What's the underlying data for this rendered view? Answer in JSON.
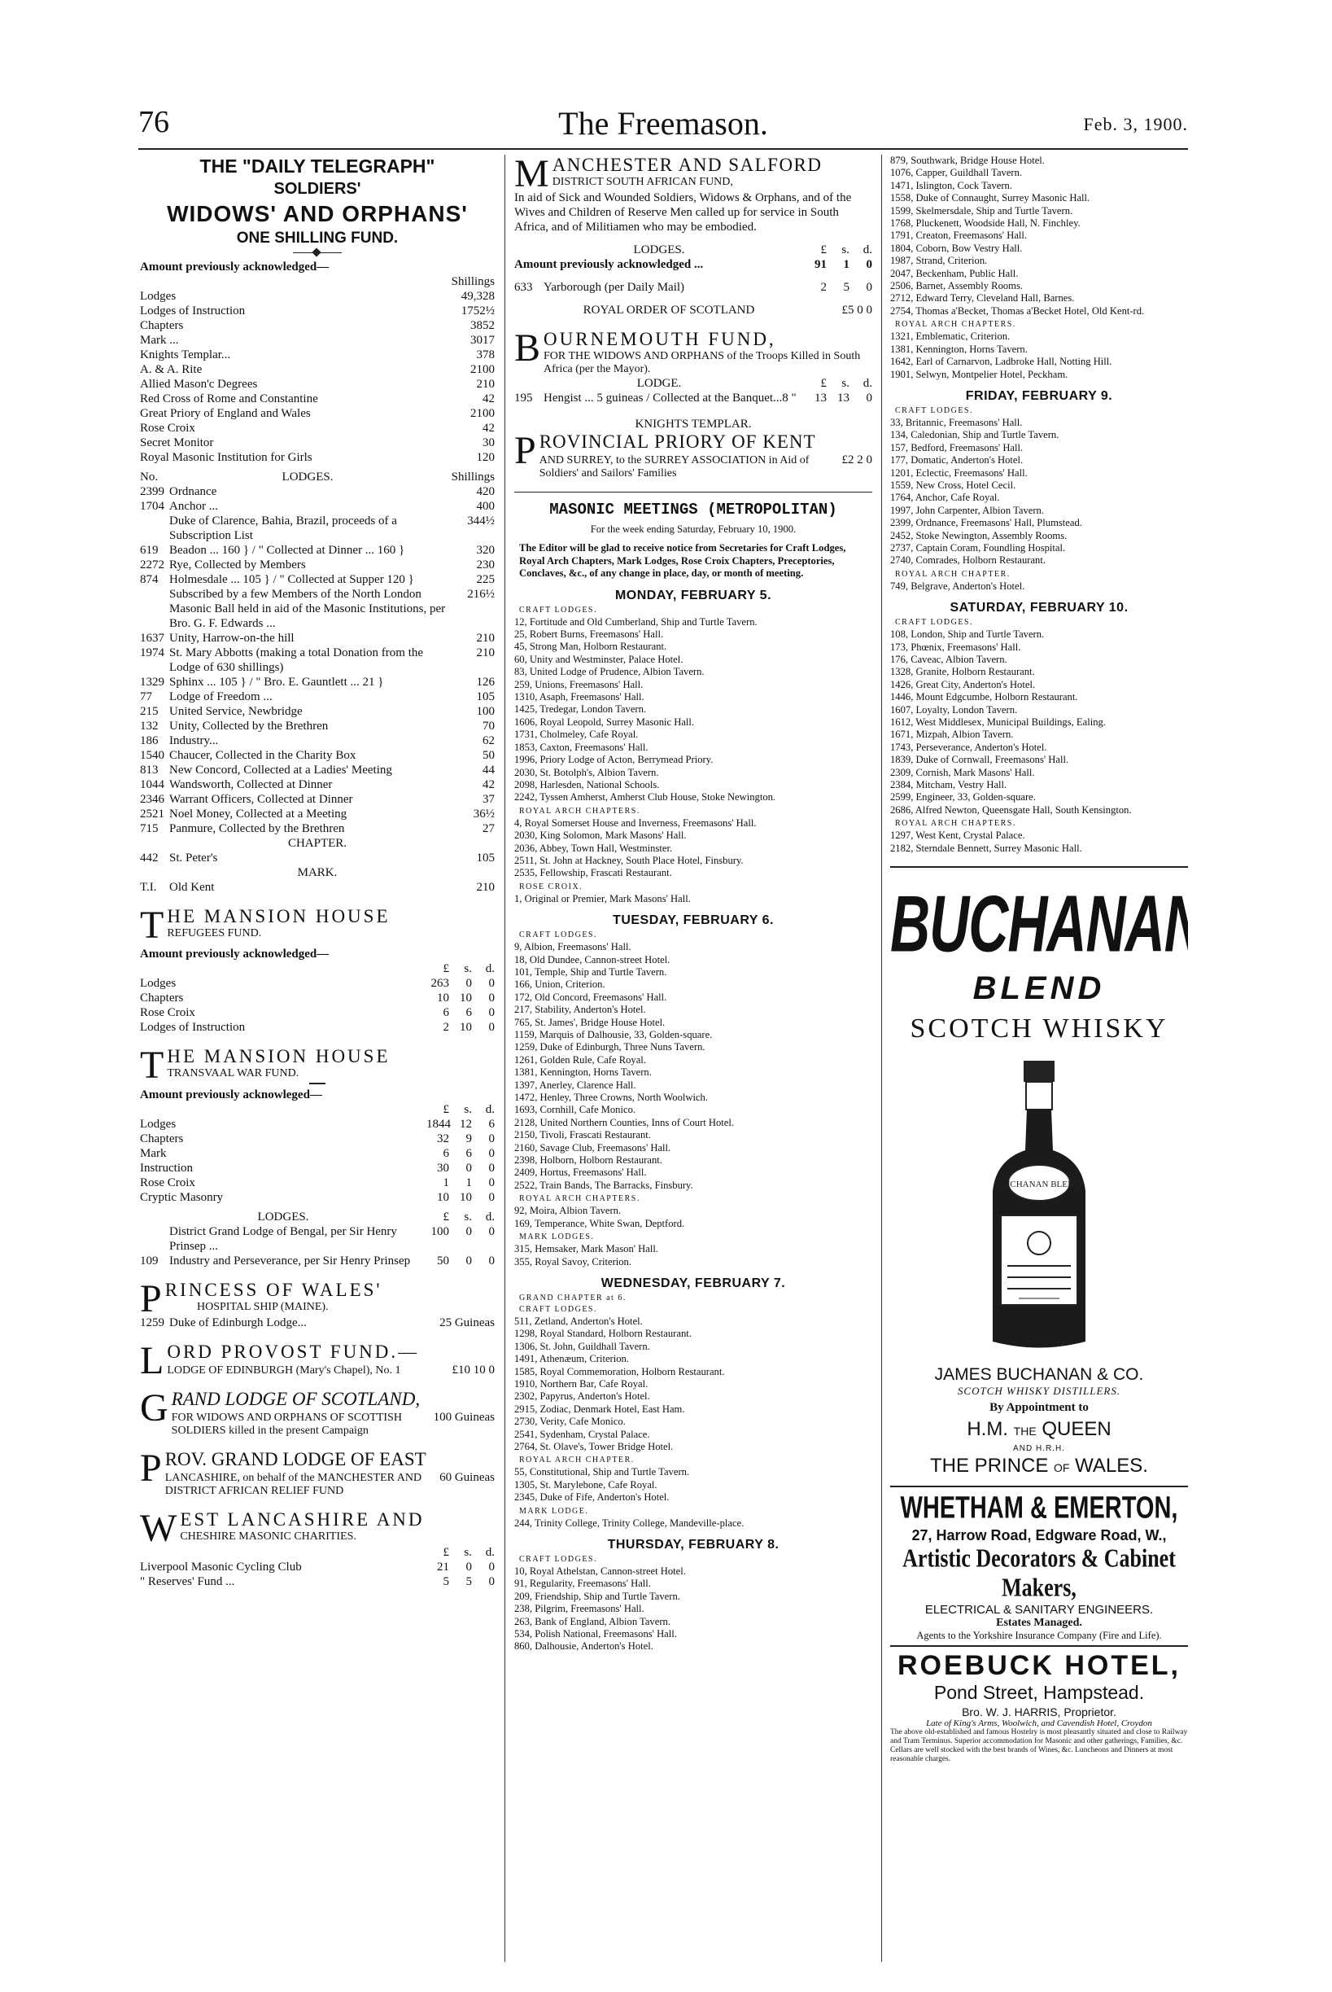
{
  "header": {
    "page_number": "76",
    "title": "The Freemason.",
    "date": "Feb. 3, 1900."
  },
  "col1": {
    "dt": {
      "title1": "THE \"DAILY TELEGRAPH\"",
      "title2": "SOLDIERS'",
      "title3": "WIDOWS' AND ORPHANS'",
      "title4": "ONE SHILLING FUND.",
      "prev": "Amount previously acknowledged—",
      "unit": "Shillings",
      "rows": [
        {
          "t": "Lodges",
          "v": "49,328"
        },
        {
          "t": "Lodges of Instruction",
          "v": "1752½"
        },
        {
          "t": "Chapters",
          "v": "3852"
        },
        {
          "t": "Mark ...",
          "v": "3017"
        },
        {
          "t": "Knights Templar...",
          "v": "378"
        },
        {
          "t": "A. & A. Rite",
          "v": "2100"
        },
        {
          "t": "Allied Mason'c Degrees",
          "v": "210"
        },
        {
          "t": "Red Cross of Rome and Constantine",
          "v": "42"
        },
        {
          "t": "Great Priory of England and Wales",
          "v": "2100"
        },
        {
          "t": "Rose Croix",
          "v": "42"
        },
        {
          "t": "Secret Monitor",
          "v": "30"
        },
        {
          "t": "Royal Masonic Institution for Girls",
          "v": "120"
        }
      ],
      "hdr_no": "No.",
      "hdr_lodges": "LODGES.",
      "hdr_sh": "Shillings",
      "lodges": [
        {
          "n": "2399",
          "t": "Ordnance",
          "v": "420"
        },
        {
          "n": "1704",
          "t": "Anchor ...",
          "v": "400"
        },
        {
          "n": "",
          "t": "Duke of Clarence, Bahia, Brazil, proceeds of a Subscription List",
          "v": "344½"
        },
        {
          "n": "619",
          "t": "Beadon ...   160 } / \" Collected at Dinner ... 160 }",
          "v": "320"
        },
        {
          "n": "2272",
          "t": "Rye, Collected by Members",
          "v": "230"
        },
        {
          "n": "874",
          "t": "Holmesdale ... 105 } / \" Collected at Supper 120 }",
          "v": "225"
        },
        {
          "n": "",
          "t": "Subscribed by a few Members of the North London Masonic Ball held in aid of the Masonic Institutions, per Bro. G. F. Edwards ...",
          "v": "216½"
        },
        {
          "n": "1637",
          "t": "Unity, Harrow-on-the hill",
          "v": "210"
        },
        {
          "n": "1974",
          "t": "St. Mary Abbotts (making a total Donation from the Lodge of 630 shillings)",
          "v": "210"
        },
        {
          "n": "1329",
          "t": "Sphinx ... 105 } / \" Bro. E. Gauntlett ... 21 }",
          "v": "126"
        },
        {
          "n": "77",
          "t": "Lodge of Freedom ...",
          "v": "105"
        },
        {
          "n": "215",
          "t": "United Service, Newbridge",
          "v": "100"
        },
        {
          "n": "132",
          "t": "Unity, Collected by the Brethren",
          "v": "70"
        },
        {
          "n": "186",
          "t": "Industry...",
          "v": "62"
        },
        {
          "n": "1540",
          "t": "Chaucer, Collected in the Charity Box",
          "v": "50"
        },
        {
          "n": "813",
          "t": "New Concord, Collected at a Ladies' Meeting",
          "v": "44"
        },
        {
          "n": "1044",
          "t": "Wandsworth, Collected at Dinner",
          "v": "42"
        },
        {
          "n": "2346",
          "t": "Warrant Officers, Collected at Dinner",
          "v": "37"
        },
        {
          "n": "2521",
          "t": "Noel Money, Collected at a Meeting",
          "v": "36½"
        },
        {
          "n": "715",
          "t": "Panmure, Collected by the Brethren",
          "v": "27"
        }
      ],
      "chapter_hdr": "CHAPTER.",
      "chapter_row": {
        "n": "442",
        "t": "St. Peter's",
        "v": "105"
      },
      "mark_hdr": "MARK.",
      "mark_row": {
        "n": "T.I.",
        "t": "Old Kent",
        "v": "210"
      }
    },
    "mh1": {
      "drop": "T",
      "title": "HE MANSION HOUSE",
      "sub": "REFUGEES FUND.",
      "prev": "Amount previously acknowledged—",
      "cols": [
        "£",
        "s.",
        "d."
      ],
      "rows": [
        {
          "t": "Lodges",
          "a": "263",
          "b": "0",
          "c": "0"
        },
        {
          "t": "Chapters",
          "a": "10",
          "b": "10",
          "c": "0"
        },
        {
          "t": "Rose Croix",
          "a": "6",
          "b": "6",
          "c": "0"
        },
        {
          "t": "Lodges of Instruction",
          "a": "2",
          "b": "10",
          "c": "0"
        }
      ]
    },
    "mh2": {
      "drop": "T",
      "title": "HE MANSION HOUSE",
      "sub": "TRANSVAAL WAR FUND.",
      "prev": "Amount previously acknowleged—",
      "cols": [
        "£",
        "s.",
        "d."
      ],
      "rows": [
        {
          "t": "Lodges",
          "a": "1844",
          "b": "12",
          "c": "6"
        },
        {
          "t": "Chapters",
          "a": "32",
          "b": "9",
          "c": "0"
        },
        {
          "t": "Mark",
          "a": "6",
          "b": "6",
          "c": "0"
        },
        {
          "t": "Instruction",
          "a": "30",
          "b": "0",
          "c": "0"
        },
        {
          "t": "Rose Croix",
          "a": "1",
          "b": "1",
          "c": "0"
        },
        {
          "t": "Cryptic Masonry",
          "a": "10",
          "b": "10",
          "c": "0"
        }
      ],
      "lodges_hdr": "LODGES.",
      "rows2": [
        {
          "n": "",
          "t": "District Grand Lodge of Bengal, per Sir Henry Prinsep ...",
          "a": "100",
          "b": "0",
          "c": "0"
        },
        {
          "n": "109",
          "t": "Industry and Perseverance, per Sir Henry Prinsep",
          "a": "50",
          "b": "0",
          "c": "0"
        }
      ]
    },
    "pw": {
      "drop": "P",
      "title": "RINCESS OF WALES'",
      "sub": "HOSPITAL SHIP (MAINE).",
      "n": "1259",
      "t": "Duke of Edinburgh Lodge...",
      "v": "25 Guineas"
    },
    "lp": {
      "drop": "L",
      "title": "ORD PROVOST FUND.—",
      "sub": "LODGE OF EDINBURGH (Mary's Chapel), No. 1",
      "v": "£10 10 0"
    },
    "gs": {
      "drop": "G",
      "title": "RAND LODGE OF SCOTLAND,",
      "sub": "FOR WIDOWS AND ORPHANS OF SCOTTISH SOLDIERS killed in the present Campaign",
      "v": "100 Guineas"
    },
    "pg": {
      "drop": "P",
      "title": "ROV. GRAND LODGE OF EAST",
      "sub": "LANCASHIRE, on behalf of the MANCHESTER AND DISTRICT AFRICAN RELIEF FUND",
      "v": "60 Guineas"
    },
    "wl": {
      "drop": "W",
      "title": "EST LANCASHIRE AND",
      "sub": "CHESHIRE MASONIC CHARITIES.",
      "cols": [
        "£",
        "s.",
        "d."
      ],
      "rows": [
        {
          "t": "Liverpool Masonic Cycling Club",
          "a": "21",
          "b": "0",
          "c": "0"
        },
        {
          "t": "\" Reserves' Fund ...",
          "a": "5",
          "b": "5",
          "c": "0"
        }
      ]
    }
  },
  "col2": {
    "ms": {
      "drop": "M",
      "title": "ANCHESTER AND SALFORD",
      "sub": "DISTRICT SOUTH AFRICAN FUND,",
      "body": "In aid of Sick and Wounded Soldiers, Widows & Orphans, and of the Wives and Children of Reserve Men called up for service in South Africa, and of Militiamen who may be embodied.",
      "lodges_hdr": "LODGES.",
      "cols": [
        "£",
        "s.",
        "d."
      ],
      "prev": {
        "t": "Amount previously acknowledged ...",
        "a": "91",
        "b": "1",
        "c": "0"
      },
      "row": {
        "n": "633",
        "t": "Yarborough (per Daily Mail)",
        "a": "2",
        "b": "5",
        "c": "0"
      },
      "scot": {
        "t": "ROYAL ORDER OF SCOTLAND",
        "v": "£5 0 0"
      }
    },
    "bf": {
      "drop": "B",
      "title": "OURNEMOUTH FUND,",
      "sub": "FOR THE WIDOWS AND ORPHANS of the Troops Killed in South Africa (per the Mayor).",
      "lodge_hdr": "LODGE.",
      "cols": [
        "£",
        "s.",
        "d."
      ],
      "row": {
        "n": "195",
        "t": "Hengist ... 5 guineas / Collected at the Banquet...8 \"",
        "a": "13",
        "b": "13",
        "c": "0"
      }
    },
    "kt": {
      "hdr": "KNIGHTS TEMPLAR.",
      "drop": "P",
      "title": "ROVINCIAL PRIORY OF KENT",
      "sub": "AND SURREY, to the SURREY ASSOCIATION in Aid of Soldiers' and Sailors' Families",
      "v": "£2 2 0"
    },
    "mm": {
      "title": "MASONIC MEETINGS (METROPOLITAN)",
      "week": "For the week ending Saturday, February 10, 1900.",
      "note": "The Editor will be glad to receive notice from Secretaries for Craft Lodges, Royal Arch Chapters, Mark Lodges, Rose Croix Chapters, Preceptories, Conclaves, &c., of any change in place, day, or month of meeting."
    },
    "days": [
      {
        "day": "MONDAY, FEBRUARY 5.",
        "groups": [
          {
            "h": "CRAFT LODGES.",
            "items": [
              "12, Fortitude and Old Cumberland, Ship and Turtle Tavern.",
              "25, Robert Burns, Freemasons' Hall.",
              "45, Strong Man, Holborn Restaurant.",
              "60, Unity and Westminster, Palace Hotel.",
              "83, United Lodge of Prudence, Albion Tavern.",
              "259, Unions, Freemasons' Hall.",
              "1310, Asaph, Freemasons' Hall.",
              "1425, Tredegar, London Tavern.",
              "1606, Royal Leopold, Surrey Masonic Hall.",
              "1731, Cholmeley, Cafe Royal.",
              "1853, Caxton, Freemasons' Hall.",
              "1996, Priory Lodge of Acton, Berrymead Priory.",
              "2030, St. Botolph's, Albion Tavern.",
              "2098, Harlesden, National Schools.",
              "2242, Tyssen Amherst, Amherst Club House, Stoke Newington."
            ]
          },
          {
            "h": "ROYAL ARCH CHAPTERS.",
            "items": [
              "4, Royal Somerset House and Inverness, Freemasons' Hall.",
              "2030, King Solomon, Mark Masons' Hall.",
              "2036, Abbey, Town Hall, Westminster.",
              "2511, St. John at Hackney, South Place Hotel, Finsbury.",
              "2535, Fellowship, Frascati Restaurant."
            ]
          },
          {
            "h": "ROSE CROIX.",
            "items": [
              "1, Original or Premier, Mark Masons' Hall."
            ]
          }
        ]
      },
      {
        "day": "TUESDAY, FEBRUARY 6.",
        "groups": [
          {
            "h": "CRAFT LODGES.",
            "items": [
              "9, Albion, Freemasons' Hall.",
              "18, Old Dundee, Cannon-street Hotel.",
              "101, Temple, Ship and Turtle Tavern.",
              "166, Union, Criterion.",
              "172, Old Concord, Freemasons' Hall.",
              "217, Stability, Anderton's Hotel.",
              "765, St. James', Bridge House Hotel.",
              "1159, Marquis of Dalhousie, 33, Golden-square.",
              "1259, Duke of Edinburgh, Three Nuns Tavern.",
              "1261, Golden Rule, Cafe Royal.",
              "1381, Kennington, Horns Tavern.",
              "1397, Anerley, Clarence Hall.",
              "1472, Henley, Three Crowns, North Woolwich.",
              "1693, Cornhill, Cafe Monico.",
              "2128, United Northern Counties, Inns of Court Hotel.",
              "2150, Tivoli, Frascati Restaurant.",
              "2160, Savage Club, Freemasons' Hall.",
              "2398, Holborn, Holborn Restaurant.",
              "2409, Hortus, Freemasons' Hall.",
              "2522, Train Bands, The Barracks, Finsbury."
            ]
          },
          {
            "h": "ROYAL ARCH CHAPTERS.",
            "items": [
              "92, Moira, Albion Tavern.",
              "169, Temperance, White Swan, Deptford."
            ]
          },
          {
            "h": "MARK LODGES.",
            "items": [
              "315, Hemsaker, Mark Mason' Hall.",
              "355, Royal Savoy, Criterion."
            ]
          }
        ]
      },
      {
        "day": "WEDNESDAY, FEBRUARY 7.",
        "groups": [
          {
            "h": "GRAND CHAPTER at 6.",
            "items": []
          },
          {
            "h": "CRAFT LODGES.",
            "items": [
              "511, Zetland, Anderton's Hotel.",
              "1298, Royal Standard, Holborn Restaurant.",
              "1306, St. John, Guildhall Tavern.",
              "1491, Athenæum, Criterion.",
              "1585, Royal Commemoration, Holborn Restaurant.",
              "1910, Northern Bar, Cafe Royal.",
              "2302, Papyrus, Anderton's Hotel.",
              "2915, Zodiac, Denmark Hotel, East Ham.",
              "2730, Verity, Cafe Monico.",
              "2541, Sydenham, Crystal Palace.",
              "2764, St. Olave's, Tower Bridge Hotel."
            ]
          },
          {
            "h": "ROYAL ARCH CHAPTER.",
            "items": [
              "55, Constitutional, Ship and Turtle Tavern.",
              "1305, St. Marylebone, Cafe Royal.",
              "2345, Duke of Fife, Anderton's Hotel."
            ]
          },
          {
            "h": "MARK LODGE.",
            "items": [
              "244, Trinity College, Trinity College, Mandeville-place."
            ]
          }
        ]
      },
      {
        "day": "THURSDAY, FEBRUARY 8.",
        "groups": [
          {
            "h": "CRAFT LODGES.",
            "items": [
              "10, Royal Athelstan, Cannon-street Hotel.",
              "91, Regularity, Freemasons' Hall.",
              "209, Friendship, Ship and Turtle Tavern.",
              "238, Pilgrim, Freemasons' Hall.",
              "263, Bank of England, Albion Tavern.",
              "534, Polish National, Freemasons' Hall.",
              "860, Dalhousie, Anderton's Hotel."
            ]
          }
        ]
      }
    ]
  },
  "col3": {
    "thursday_cont": [
      "879, Southwark, Bridge House Hotel.",
      "1076, Capper, Guildhall Tavern.",
      "1471, Islington, Cock Tavern.",
      "1558, Duke of Connaught, Surrey Masonic Hall.",
      "1599, Skelmersdale, Ship and Turtle Tavern.",
      "1768, Pluckenett, Woodside Hall, N. Finchley.",
      "1791, Creaton, Freemasons' Hall.",
      "1804, Coborn, Bow Vestry Hall.",
      "1987, Strand, Criterion.",
      "2047, Beckenham, Public Hall.",
      "2506, Barnet, Assembly Rooms.",
      "2712, Edward Terry, Cleveland Hall, Barnes.",
      "2754, Thomas a'Becket, Thomas a'Becket Hotel, Old Kent-rd."
    ],
    "thursday_ra": {
      "h": "ROYAL ARCH CHAPTERS.",
      "items": [
        "1321, Emblematic, Criterion.",
        "1381, Kennington, Horns Tavern.",
        "1642, Earl of Carnarvon, Ladbroke Hall, Notting Hill.",
        "1901, Selwyn, Montpelier Hotel, Peckham."
      ]
    },
    "days": [
      {
        "day": "FRIDAY, FEBRUARY 9.",
        "groups": [
          {
            "h": "CRAFT LODGES.",
            "items": [
              "33, Britannic, Freemasons' Hall.",
              "134, Caledonian, Ship and Turtle Tavern.",
              "157, Bedford, Freemasons' Hall.",
              "177, Domatic, Anderton's Hotel.",
              "1201, Eclectic, Freemasons' Hall.",
              "1559, New Cross, Hotel Cecil.",
              "1764, Anchor, Cafe Royal.",
              "1997, John Carpenter, Albion Tavern.",
              "2399, Ordnance, Freemasons' Hall, Plumstead.",
              "2452, Stoke Newington, Assembly Rooms.",
              "2737, Captain Coram, Foundling Hospital.",
              "2740, Comrades, Holborn Restaurant."
            ]
          },
          {
            "h": "ROYAL ARCH CHAPTER.",
            "items": [
              "749, Belgrave, Anderton's Hotel."
            ]
          }
        ]
      },
      {
        "day": "SATURDAY, FEBRUARY 10.",
        "groups": [
          {
            "h": "CRAFT LODGES.",
            "items": [
              "108, London, Ship and Turtle Tavern.",
              "173, Phœnix, Freemasons' Hall.",
              "176, Caveac, Albion Tavern.",
              "1328, Granite, Holborn Restaurant.",
              "1426, Great City, Anderton's Hotel.",
              "1446, Mount Edgcumbe, Holborn Restaurant.",
              "1607, Loyalty, London Tavern.",
              "1612, West Middlesex, Municipal Buildings, Ealing.",
              "1671, Mizpah, Albion Tavern.",
              "1743, Perseverance, Anderton's Hotel.",
              "1839, Duke of Cornwall, Freemasons' Hall.",
              "2309, Cornish, Mark Masons' Hall.",
              "2384, Mitcham, Vestry Hall.",
              "2599, Engineer, 33, Golden-square.",
              "2686, Alfred Newton, Queensgate Hall, South Kensington."
            ]
          },
          {
            "h": "ROYAL ARCH CHAPTERS.",
            "items": [
              "1297, West Kent, Crystal Palace.",
              "2182, Sterndale Bennett, Surrey Masonic Hall."
            ]
          }
        ]
      }
    ],
    "ad1": {
      "brand": "BUCHANAN",
      "blend": "BLEND",
      "product": "SCOTCH WHISKY",
      "label_text": "BUCHANAN BLEND",
      "company": "JAMES BUCHANAN & CO.",
      "trade": "SCOTCH WHISKY DISTILLERS.",
      "appt": "By Appointment to",
      "hm": "H.M.",
      "the1": "THE",
      "queen": "QUEEN",
      "and": "AND H.R.H.",
      "prince_a": "THE PRINCE",
      "prince_of": "OF",
      "prince_b": "WALES."
    },
    "ad2": {
      "name": "WHETHAM & EMERTON,",
      "addr": "27, Harrow Road, Edgware Road, W.,",
      "trade": "Artistic Decorators & Cabinet Makers,",
      "eng": "ELECTRICAL & SANITARY ENGINEERS.",
      "est": "Estates Managed.",
      "agents": "Agents to the Yorkshire Insurance Company (Fire and Life)."
    },
    "ad3": {
      "name": "ROEBUCK HOTEL,",
      "street": "Pond Street, Hampstead.",
      "prop": "Bro. W. J. HARRIS, Proprietor.",
      "late": "Late of King's Arms, Woolwich, and Cavendish Hotel, Croydon",
      "body": "The above old-established and famous Hostelry is most pleasantly situated and close to Railway and Tram Terminus. Superior accommodation for Masonic and other gatherings, Families, &c. Cellars are well stocked with the best brands of Wines, &c. Luncheons and Dinners at most reasonable charges."
    }
  }
}
